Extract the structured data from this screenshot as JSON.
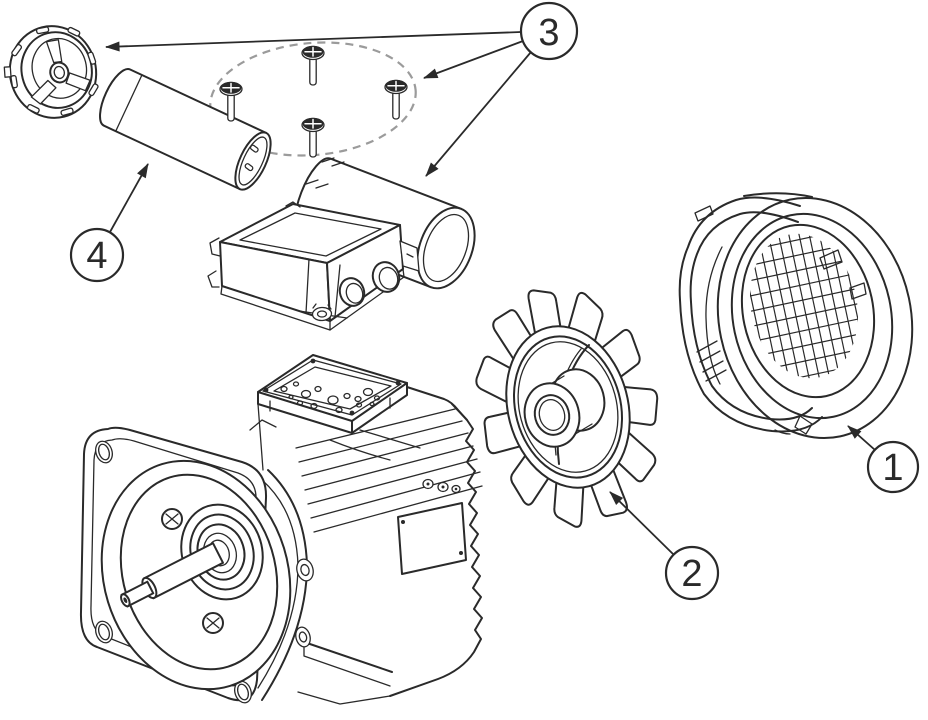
{
  "figure": {
    "kind": "exploded-parts-diagram",
    "background_color": "#ffffff",
    "line_color": "#2a2a2a",
    "dashed_outline_color": "#9b9b9b",
    "screw_count": 4,
    "callouts": {
      "fan_cover": {
        "label": "1"
      },
      "fan": {
        "label": "2"
      },
      "screws_cap_and_capacitor_cover": {
        "label": "3"
      },
      "capacitor": {
        "label": "4"
      }
    }
  }
}
